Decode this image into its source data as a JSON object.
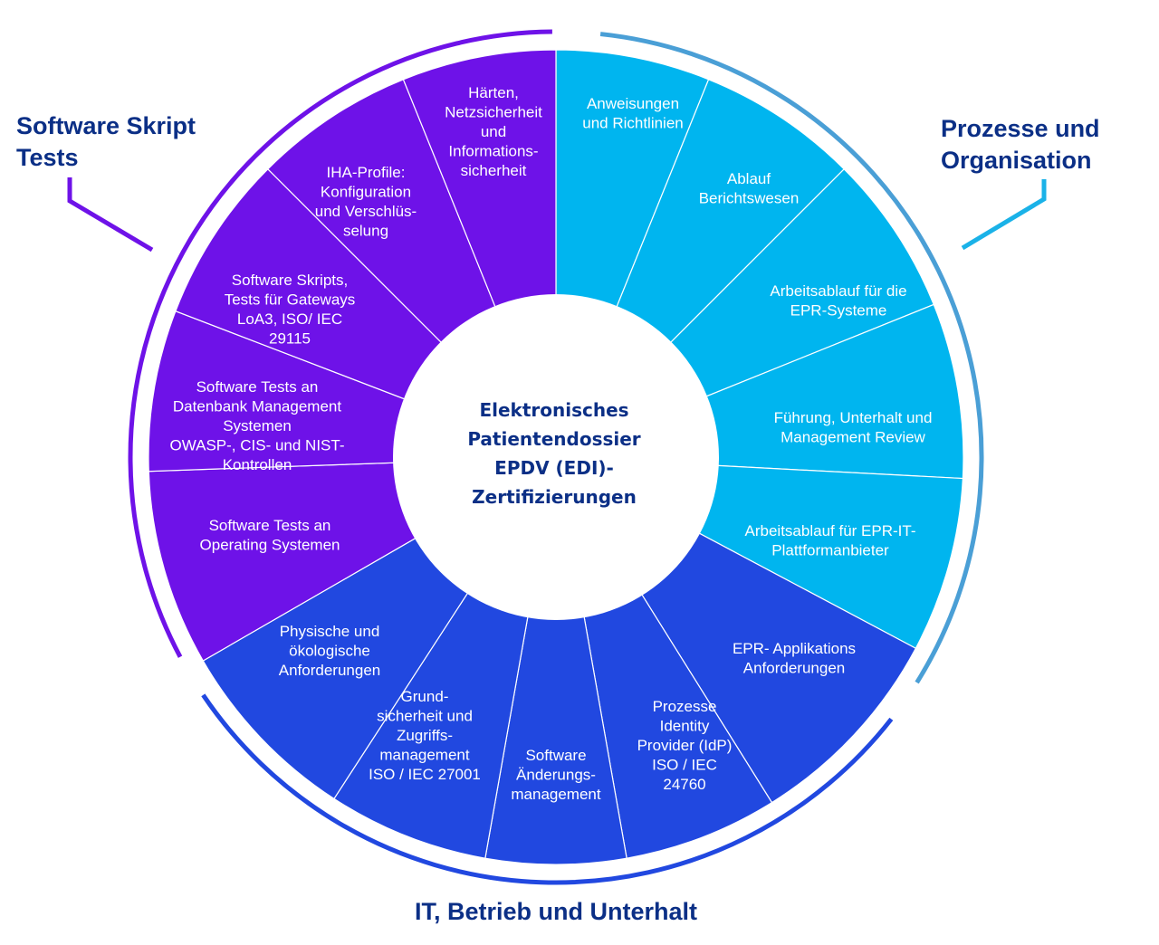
{
  "center": {
    "lines": [
      "Elektronisches",
      "Patientendossier",
      "EPDV (EDI)-",
      "Zertifizierungen"
    ]
  },
  "groups": [
    {
      "id": "prozesse",
      "title": "Prozesse und\nOrganisation",
      "color": "#00b5ef",
      "arc_color": "#4a9fd6",
      "connector_color": "#1ab2e8",
      "segments": [
        {
          "lines": [
            "Anweisungen",
            "und Richtlinien"
          ]
        },
        {
          "lines": [
            "Ablauf",
            "Berichtswesen"
          ]
        },
        {
          "lines": [
            "Arbeitsablauf für die",
            "EPR-Systeme"
          ]
        },
        {
          "lines": [
            "Führung, Unterhalt und",
            "Management Review"
          ]
        },
        {
          "lines": [
            "Arbeitsablauf für EPR-IT-",
            "Plattformanbieter"
          ]
        }
      ]
    },
    {
      "id": "it",
      "title": "IT, Betrieb und Unterhalt",
      "color": "#2148e0",
      "arc_color": "#2148e0",
      "segments": [
        {
          "lines": [
            "EPR- Applikations",
            "Anforderungen"
          ]
        },
        {
          "lines": [
            "Prozesse",
            "Identity",
            "Provider (IdP)",
            "ISO / IEC",
            "24760"
          ]
        },
        {
          "lines": [
            "Software",
            "Änderungs-",
            "management"
          ]
        },
        {
          "lines": [
            "Grund-",
            "sicherheit und",
            "Zugriffs-",
            "management",
            "ISO / IEC 27001"
          ]
        },
        {
          "lines": [
            "Physische und",
            "ökologische",
            "Anforderungen"
          ]
        }
      ]
    },
    {
      "id": "software",
      "title": "Software Skript\nTests",
      "color": "#6e12e8",
      "arc_color": "#6e12e8",
      "connector_color": "#6e12e8",
      "segments": [
        {
          "lines": [
            "Software Tests an",
            "Operating Systemen"
          ]
        },
        {
          "lines": [
            "Software Tests an",
            "Datenbank Management",
            "Systemen",
            "OWASP-, CIS- und NIST-",
            "Kontrollen"
          ]
        },
        {
          "lines": [
            "Software Skripts,",
            "Tests für Gateways",
            "LoA3, ISO/ IEC",
            "29115"
          ]
        },
        {
          "lines": [
            "IHA-Profile:",
            "Konfiguration",
            "und Verschlüs-",
            "selung"
          ]
        },
        {
          "lines": [
            "Härten,",
            "Netzsicherheit",
            "und",
            "Informations-",
            "sicherheit"
          ]
        }
      ]
    }
  ]
}
